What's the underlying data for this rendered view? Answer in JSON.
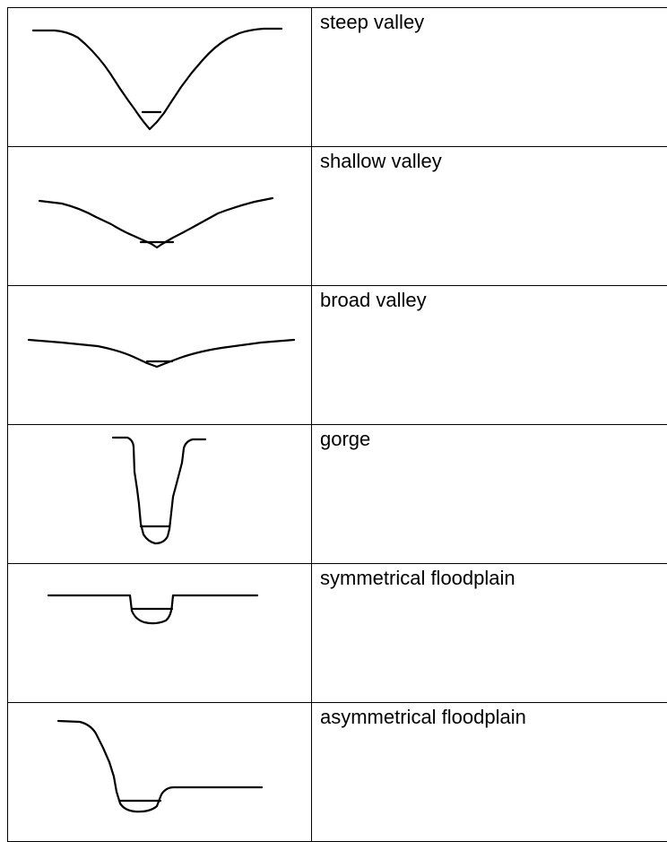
{
  "rows": [
    {
      "label": "steep valley",
      "shape": "steep-valley"
    },
    {
      "label": "shallow valley",
      "shape": "shallow-valley"
    },
    {
      "label": "broad valley",
      "shape": "broad-valley"
    },
    {
      "label": "gorge",
      "shape": "gorge"
    },
    {
      "label": "symmetrical floodplain",
      "shape": "symmetrical-floodplain"
    },
    {
      "label": "asymmetrical floodplain",
      "shape": "asymmetrical-floodplain"
    }
  ]
}
